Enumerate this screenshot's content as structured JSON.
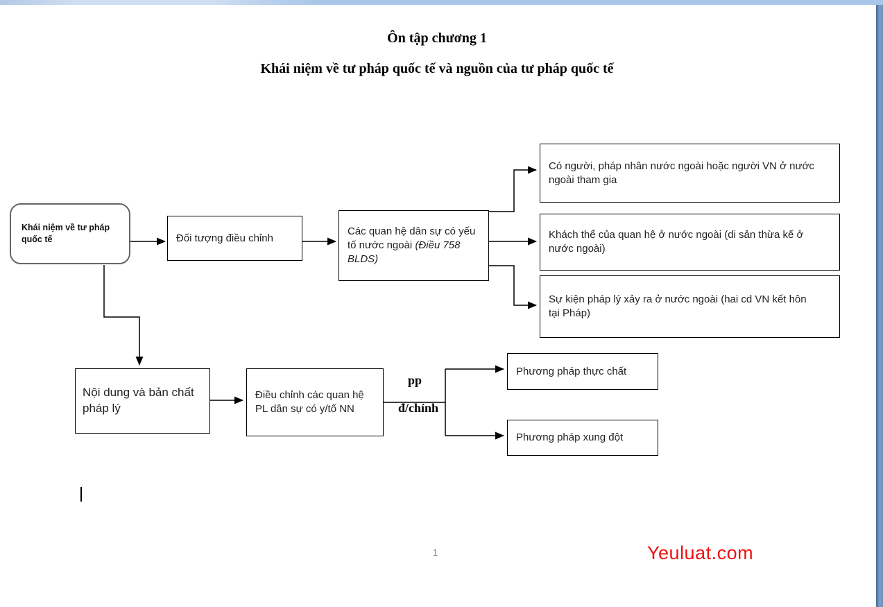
{
  "document": {
    "title_line1": "Ôn tập chương 1",
    "title_line2": "Khái niệm về tư pháp quốc tế và nguồn của tư pháp quốc tế",
    "page_number": "1",
    "watermark": "Yeuluat.com"
  },
  "flowchart": {
    "nodes": {
      "root": {
        "label": [
          "Khái niệm về tư pháp",
          "quốc tế"
        ]
      },
      "doi_tuong": {
        "label": "Đối tượng điều chỉnh"
      },
      "quan_he": {
        "label_normal": [
          "Các quan hệ dân sự có yếu",
          "tố nước ngoài "
        ],
        "label_italic": [
          "(Điều 758",
          "BLDS)"
        ]
      },
      "nguoi": {
        "label": [
          "Có người, pháp nhân nước ngoài hoặc người VN ở nước",
          "ngoài tham gia"
        ]
      },
      "khach_the": {
        "label": [
          "Khách thể của quan hệ ở nước ngoài (di sản thừa kế ở",
          "nước ngoài)"
        ]
      },
      "su_kien": {
        "label": [
          "Sự kiện pháp lý xảy ra ở nước ngoài (hai cd VN kết hôn",
          "tại Pháp)"
        ]
      },
      "noi_dung": {
        "label": [
          "Nội dung và bản chất",
          "pháp lý"
        ]
      },
      "dieu_chinh": {
        "label": [
          "Điều chỉnh các quan hệ",
          "PL dân sự có y/tố NN"
        ]
      },
      "pp_thuc_chat": {
        "label": "Phương pháp thực chất"
      },
      "pp_xung_dot": {
        "label": "Phương pháp xung đột"
      }
    },
    "edge_labels": {
      "pp": "pp",
      "d_chinh": "đ/chỉnh"
    }
  },
  "colors": {
    "watermark_red": "#ee1111",
    "page_number_gray": "#808080",
    "top_bar_light_blue": "#cdddf2",
    "top_bar_blue": "#a9c6e9",
    "right_bar_dark_blue": "#4a6e94",
    "right_bar_light_blue": "#7da1c7",
    "box_border_black": "#000000",
    "rounded_box_border_gray": "#666666"
  }
}
